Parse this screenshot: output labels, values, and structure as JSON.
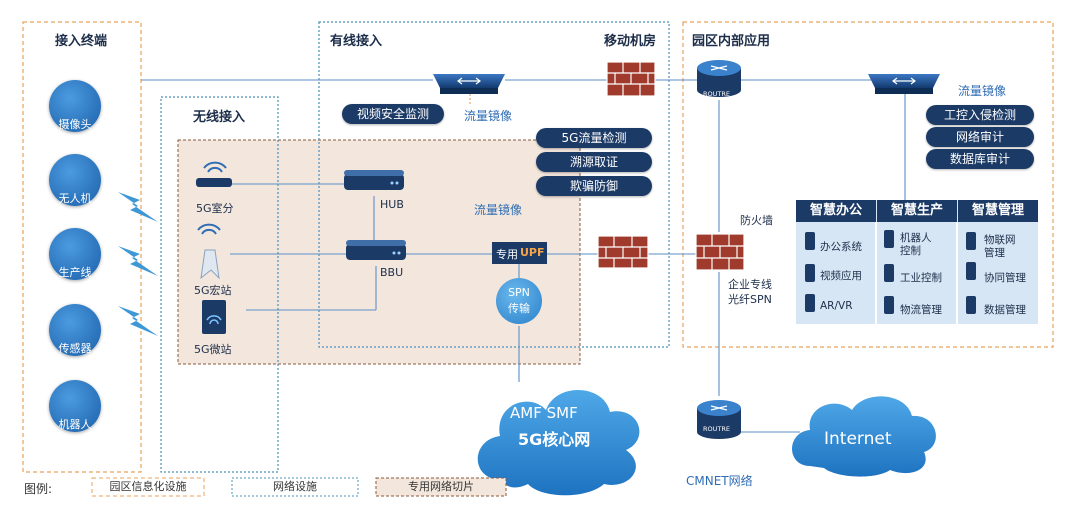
{
  "sections": {
    "terminals": "接入终端",
    "wireless": "无线接入",
    "wired": "有线接入",
    "mobile_room": "移动机房",
    "campus_apps": "园区内部应用"
  },
  "terminals": [
    "摄像头",
    "无人机",
    "生产线",
    "传感器",
    "机器人"
  ],
  "wireless_nodes": [
    "5G室分",
    "5G宏站",
    "5G微站"
  ],
  "hub": "HUB",
  "bbu": "BBU",
  "upf_prefix": "专用",
  "upf_suffix": "UPF",
  "spn": [
    "SPN",
    "传输"
  ],
  "video_monitor": "视频安全监测",
  "mirror_label": "流量镜像",
  "security_pills": [
    "5G流量检测",
    "溯源取证",
    "欺骗防御"
  ],
  "firewall": "防火墙",
  "dedicated_line": [
    "企业专线",
    "光纤SPN"
  ],
  "router_label": "ROUTRE",
  "cmnet": "CMNET网络",
  "core": {
    "line1": "AMF    SMF",
    "line2": "5G核心网"
  },
  "internet": "Internet",
  "industrial_pills": [
    "工控入侵检测",
    "网络审计",
    "数据库审计"
  ],
  "apps": [
    {
      "title": "智慧办公",
      "items": [
        "办公系统",
        "视频应用",
        "AR/VR"
      ]
    },
    {
      "title": "智慧生产",
      "items": [
        "机器人\n控制",
        "工业控制",
        "物流管理"
      ]
    },
    {
      "title": "智慧管理",
      "items": [
        "物联网\n管理",
        "协同管理",
        "数据管理"
      ]
    }
  ],
  "legend": {
    "title": "图例:",
    "items": [
      "园区信息化设施",
      "网络设施",
      "专用网络切片"
    ]
  },
  "colors": {
    "navy": "#1c3a66",
    "blue": "#2f6db5",
    "light_blue": "#d7e6f5",
    "orange": "#e8a25a",
    "brick": "#a03a2c",
    "slice": "#f3e7dd"
  }
}
